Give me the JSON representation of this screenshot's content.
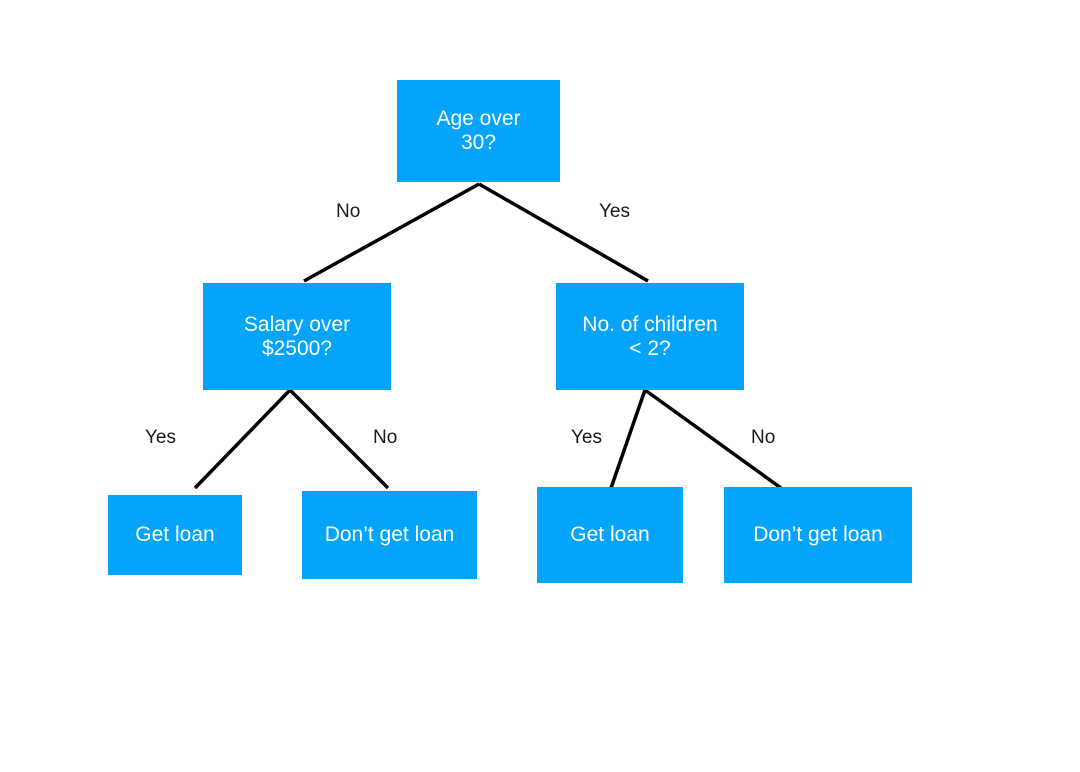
{
  "colors": {
    "node_fill": "#03a4fa",
    "node_text": "#ffffff",
    "edge": "#000000",
    "label_text": "#1a1a1a",
    "background": "#ffffff"
  },
  "tree": {
    "root": {
      "label": "Age over\n30?"
    },
    "left": {
      "label": "Salary over\n$2500?",
      "edge_label": "No",
      "yes_child": {
        "label": "Get loan",
        "edge_label": "Yes"
      },
      "no_child": {
        "label": "Don’t get loan",
        "edge_label": "No"
      }
    },
    "right": {
      "label": "No. of children\n< 2?",
      "edge_label": "Yes",
      "yes_child": {
        "label": "Get loan",
        "edge_label": "Yes"
      },
      "no_child": {
        "label": "Don’t get loan",
        "edge_label": "No"
      }
    }
  }
}
